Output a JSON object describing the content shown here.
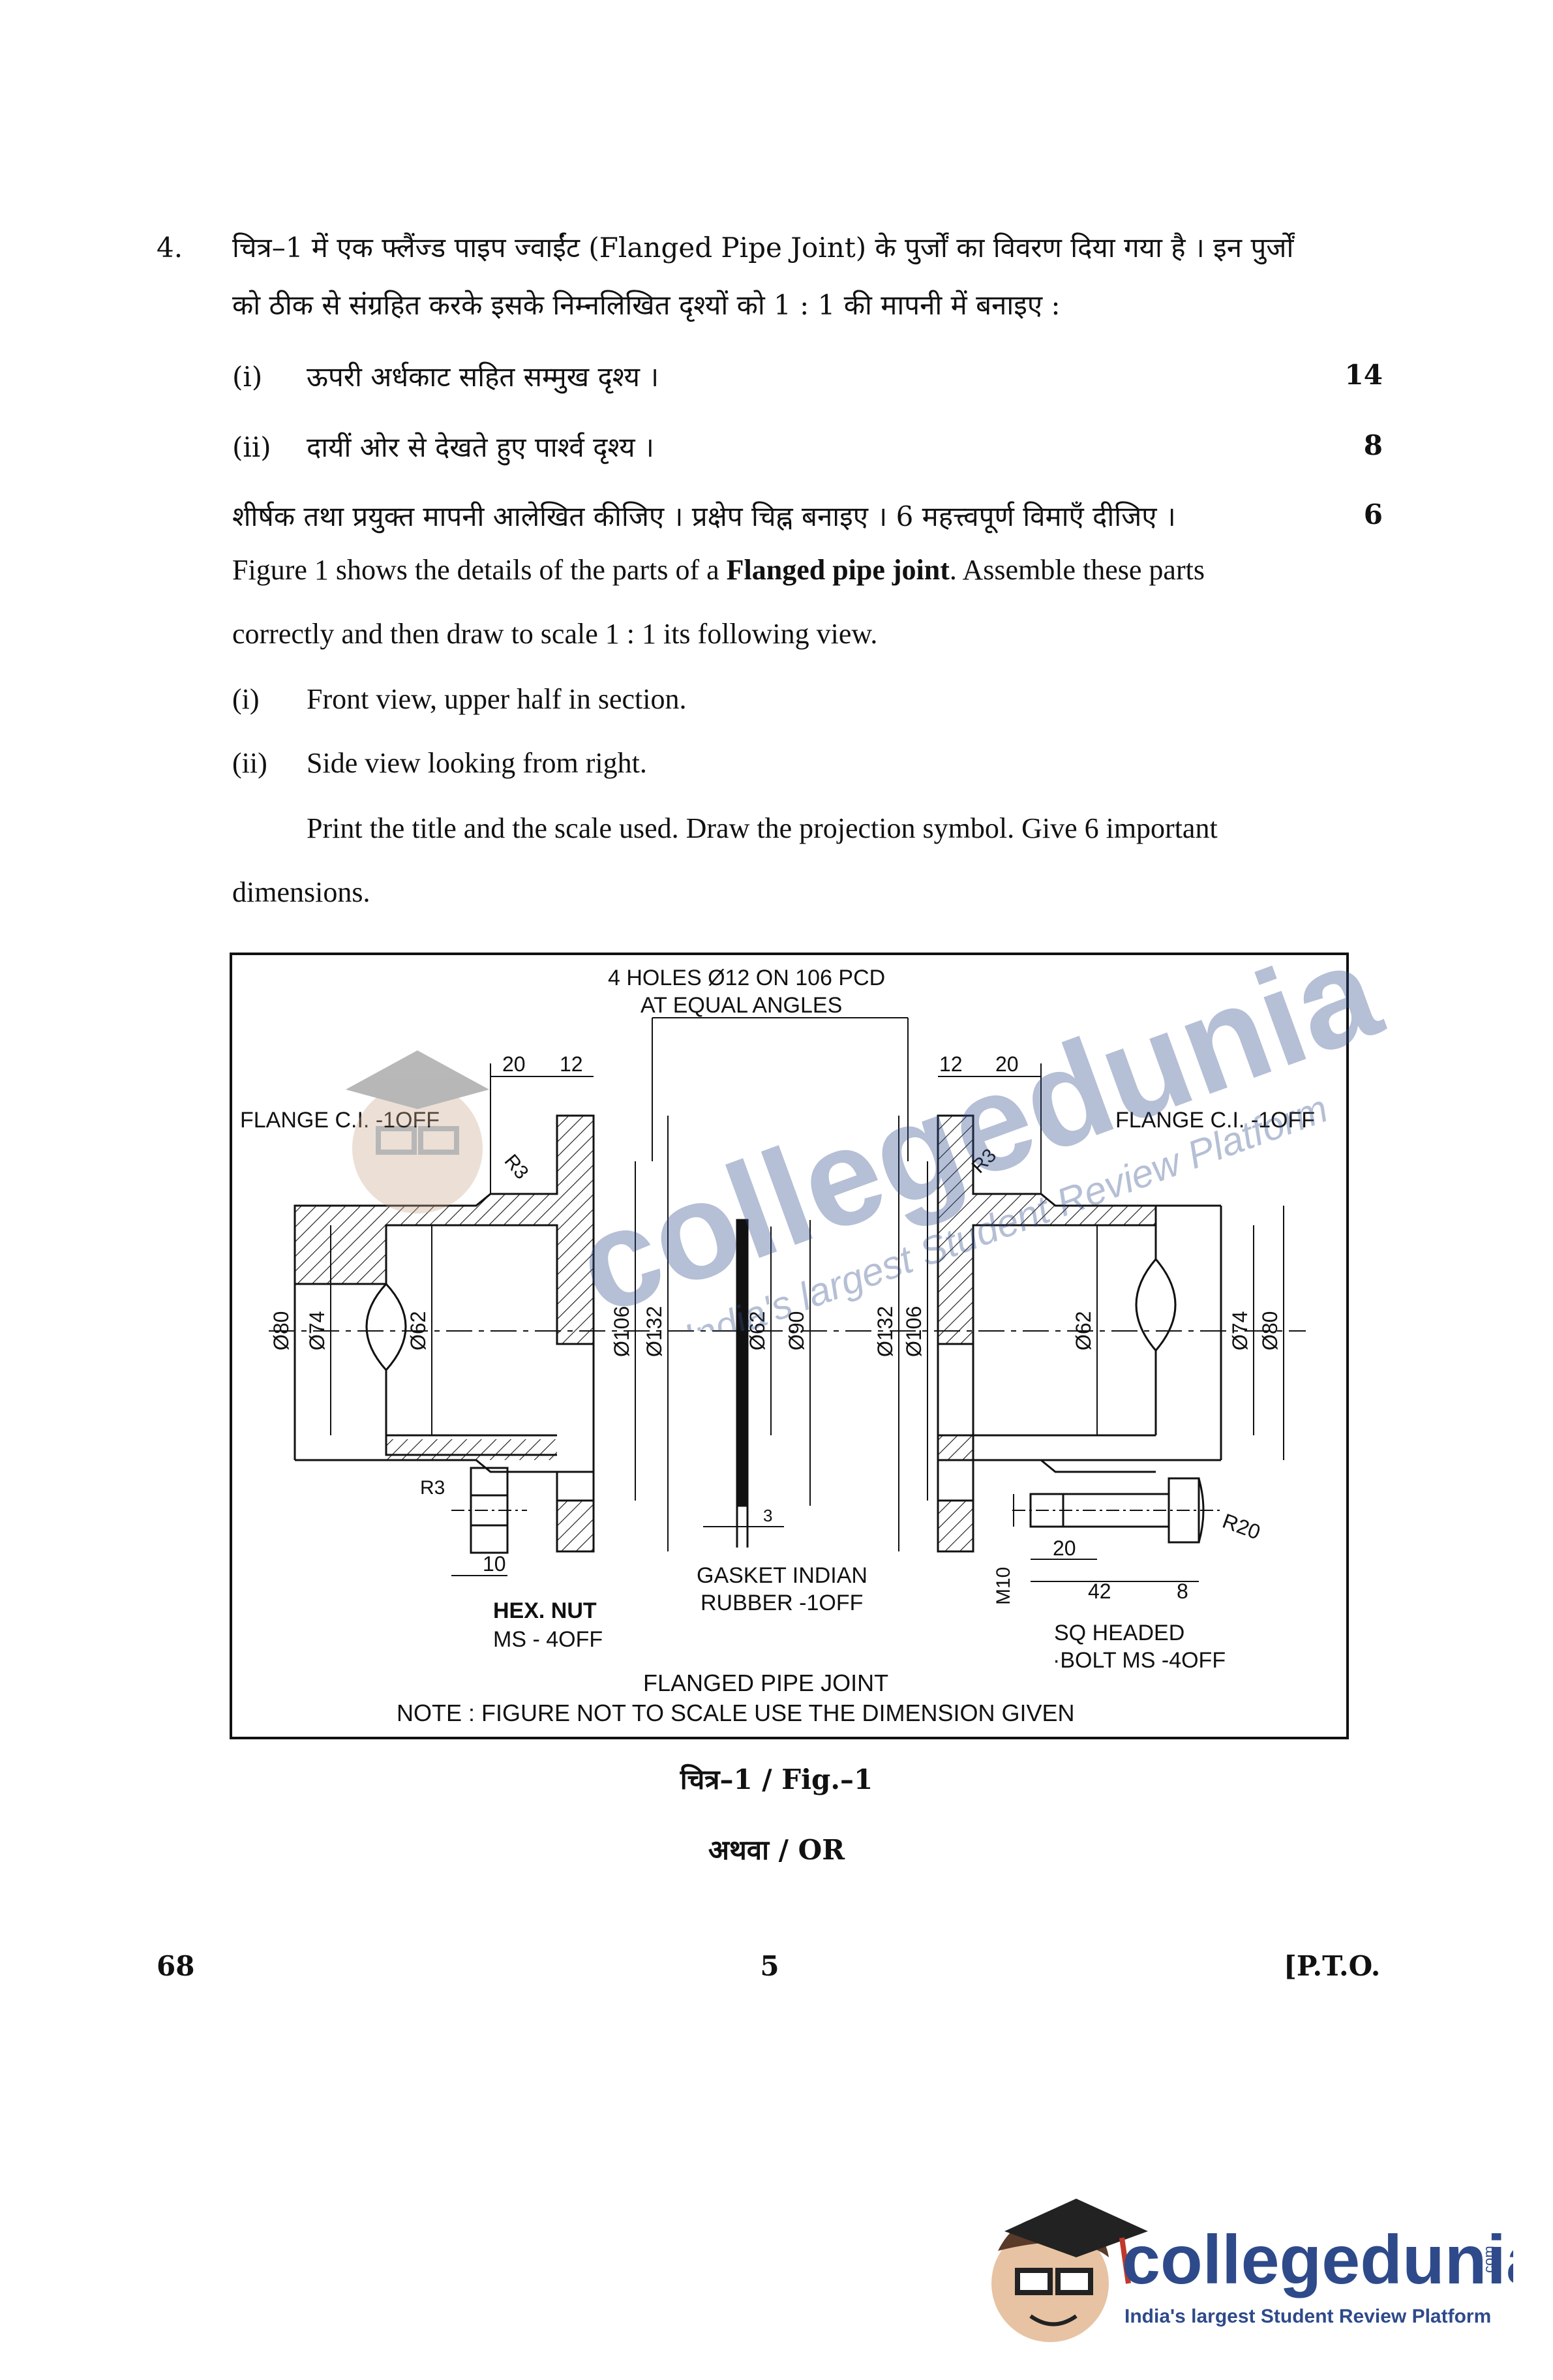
{
  "question": {
    "number": "4.",
    "hindi_line1": "चित्र–1 में एक फ्लैंज्ड पाइप ज्वाईंट (Flanged Pipe Joint) के पुर्जों का विवरण दिया गया है । इन पुर्जों",
    "hindi_line2": "को ठीक से संग्रहित करके इसके निम्नलिखित दृश्यों को 1 : 1 की मापनी में बनाइए :",
    "hindi_items": [
      {
        "num": "(i)",
        "text": "ऊपरी अर्धकाट सहित सम्मुख दृश्य ।",
        "marks": "14"
      },
      {
        "num": "(ii)",
        "text": "दायीं ओर से देखते हुए पार्श्व दृश्य ।",
        "marks": "8"
      }
    ],
    "hindi_instruction": "शीर्षक तथा प्रयुक्त मापनी आलेखित कीजिए । प्रक्षेप चिह्न बनाइए । 6 महत्त्वपूर्ण विमाएँ दीजिए ।",
    "hindi_instruction_marks": "6",
    "en_line1_pre": "Figure 1 shows the details of the parts of a ",
    "en_line1_bold": "Flanged pipe joint",
    "en_line1_post": ". Assemble these parts",
    "en_line2": "correctly and then draw to scale 1 : 1 its following view.",
    "en_items": [
      {
        "num": "(i)",
        "text": "Front view, upper half in section."
      },
      {
        "num": "(ii)",
        "text": "Side view looking from right."
      }
    ],
    "en_instruction_1": "Print the title and the scale used. Draw the projection symbol. Give 6 important",
    "en_instruction_2": "dimensions."
  },
  "figure": {
    "holes_line1": "4 HOLES Ø12 ON 106 PCD",
    "holes_line2": "AT EQUAL ANGLES",
    "flange_left": "FLANGE C.I. -1OFF",
    "flange_right": "FLANGE C.I. -1OFF",
    "dims": {
      "d20_left": "20",
      "d12_left": "12",
      "d12_right": "12",
      "d20_right": "20",
      "r3_top_left": "R3",
      "r3_top_right": "R3",
      "r3_bottom": "R3",
      "phi80_left": "Ø80",
      "phi74_left": "Ø74",
      "phi62_left": "Ø62",
      "phi106_left": "Ø106",
      "phi132_left": "Ø132",
      "phi62_gasket": "Ø62",
      "phi90_gasket": "Ø90",
      "phi132_right": "Ø132",
      "phi106_right": "Ø106",
      "phi62_right": "Ø62",
      "phi74_right": "Ø74",
      "phi80_right": "Ø80",
      "gasket_thk": "3",
      "nut_10": "10",
      "bolt_20": "20",
      "bolt_42": "42",
      "bolt_8": "8",
      "bolt_m10": "M10",
      "bolt_r20": "R20"
    },
    "hex_nut_1": "HEX. NUT",
    "hex_nut_2": "MS - 4OFF",
    "gasket_1": "GASKET INDIAN",
    "gasket_2": "RUBBER -1OFF",
    "bolt_1": "SQ HEADED",
    "bolt_2": "·BOLT MS -4OFF",
    "title": "FLANGED PIPE JOINT",
    "note": "NOTE : FIGURE NOT TO SCALE USE THE DIMENSION GIVEN"
  },
  "caption": "चित्र–1 / Fig.–1",
  "or_text": "अथवा / OR",
  "footer": {
    "left": "68",
    "center": "5",
    "right": "[P.T.O."
  },
  "watermark": {
    "brand": "collegedunia",
    "dotcom": ".com",
    "tagline": "India's largest Student Review Platform"
  },
  "colors": {
    "watermark": "#2e4a8a",
    "hatch": "#111111"
  }
}
